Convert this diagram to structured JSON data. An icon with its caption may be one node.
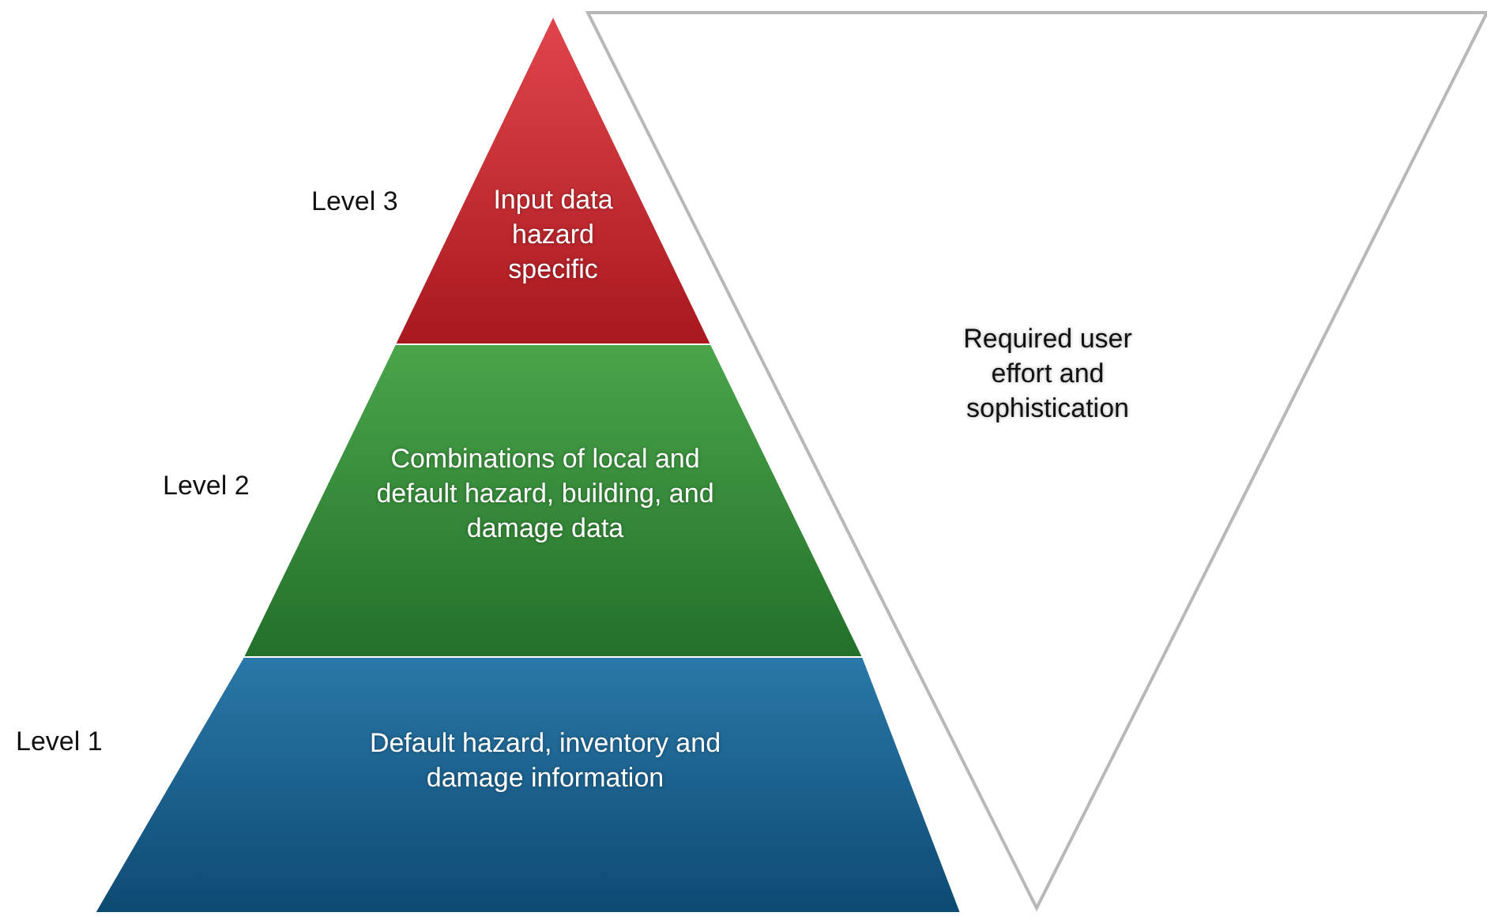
{
  "diagram": {
    "nodes": [
      {
        "text": [
          "Input data hazard specific"
        ],
        "beside": [
          "Level 3"
        ]
      },
      {
        "text": [
          "Combinations of local and default hazard, building, and damage data"
        ],
        "beside": [
          "Level 2"
        ]
      },
      {
        "text": [
          "Default hazard, inventory and damage information"
        ],
        "beside": [
          "Level 1"
        ]
      },
      {
        "text": [
          "Required user effort and sophistication"
        ]
      }
    ]
  }
}
